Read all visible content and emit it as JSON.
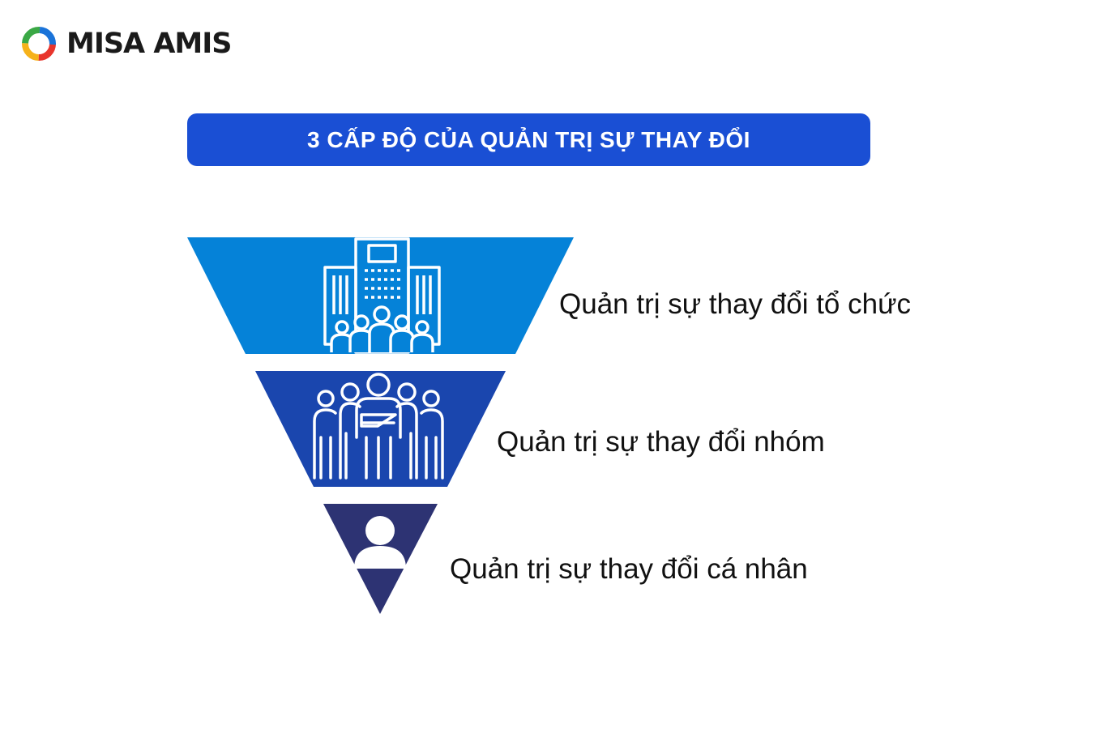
{
  "brand": {
    "name": "MISA AMIS",
    "logo_icon": "misa-amis-logo-icon"
  },
  "title": "3 CẤP ĐỘ CỦA QUẢN TRỊ SỰ THAY ĐỔI",
  "levels": [
    {
      "label": "Quản trị sự thay đổi tổ chức",
      "icon": "organization-building-icon",
      "color": "#0582d8"
    },
    {
      "label": "Quản trị sự thay đổi nhóm",
      "icon": "team-group-icon",
      "color": "#1a46ae"
    },
    {
      "label": "Quản trị sự thay đổi cá nhân",
      "icon": "individual-person-icon",
      "color": "#2d3373"
    }
  ],
  "colors": {
    "title_bar": "#1a4fd4",
    "text": "#111111"
  }
}
